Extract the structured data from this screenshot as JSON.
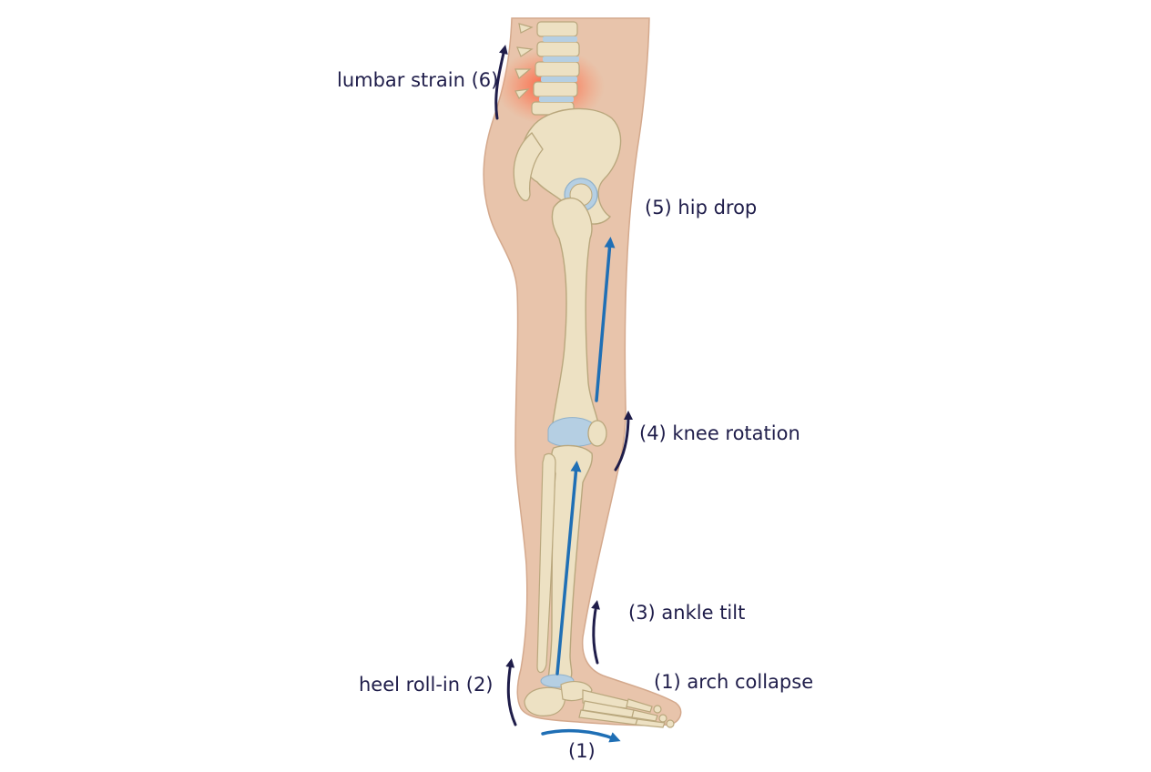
{
  "labels": {
    "lumbar": "lumbar strain (6)",
    "hip": "(5) hip drop",
    "knee": "(4) knee rotation",
    "ankle": "(3) ankle tilt",
    "heel": "heel roll-in (2)",
    "arch": "(1) arch collapse",
    "foot_arrow": "(1)"
  },
  "colors": {
    "skin": "#e8c4ab",
    "skin_outline": "#d4a98d",
    "bone": "#ede1c3",
    "bone_outline": "#b9a77d",
    "cartilage": "#b5cfe3",
    "pain": "#ff5a3c",
    "blue_arrow": "#1f6fb5",
    "navy_arrow": "#1f1d4a",
    "text": "#1f1d4a"
  }
}
